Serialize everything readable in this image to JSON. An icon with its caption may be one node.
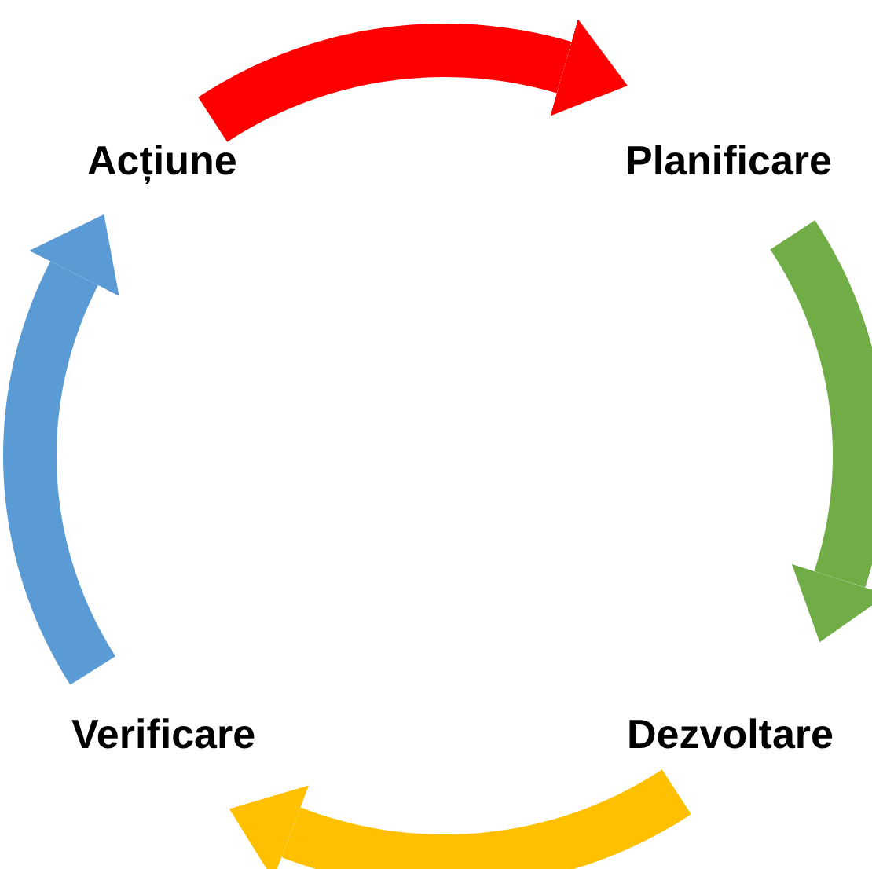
{
  "diagram": {
    "nodes": [
      {
        "text": [
          "Acțiune"
        ]
      },
      {
        "text": [
          "Planificare"
        ]
      },
      {
        "text": [
          "Dezvoltare"
        ]
      },
      {
        "text": [
          "Verificare"
        ]
      }
    ],
    "edges": [
      {
        "from": 0,
        "to": 1,
        "arrow": "to",
        "color": "#ff0000"
      },
      {
        "from": 1,
        "to": 2,
        "arrow": "to",
        "color": "#70ad47"
      },
      {
        "from": 2,
        "to": 3,
        "arrow": "to",
        "color": "#ffc000"
      },
      {
        "from": 3,
        "to": 0,
        "arrow": "to",
        "color": "#5b9bd5"
      }
    ]
  }
}
